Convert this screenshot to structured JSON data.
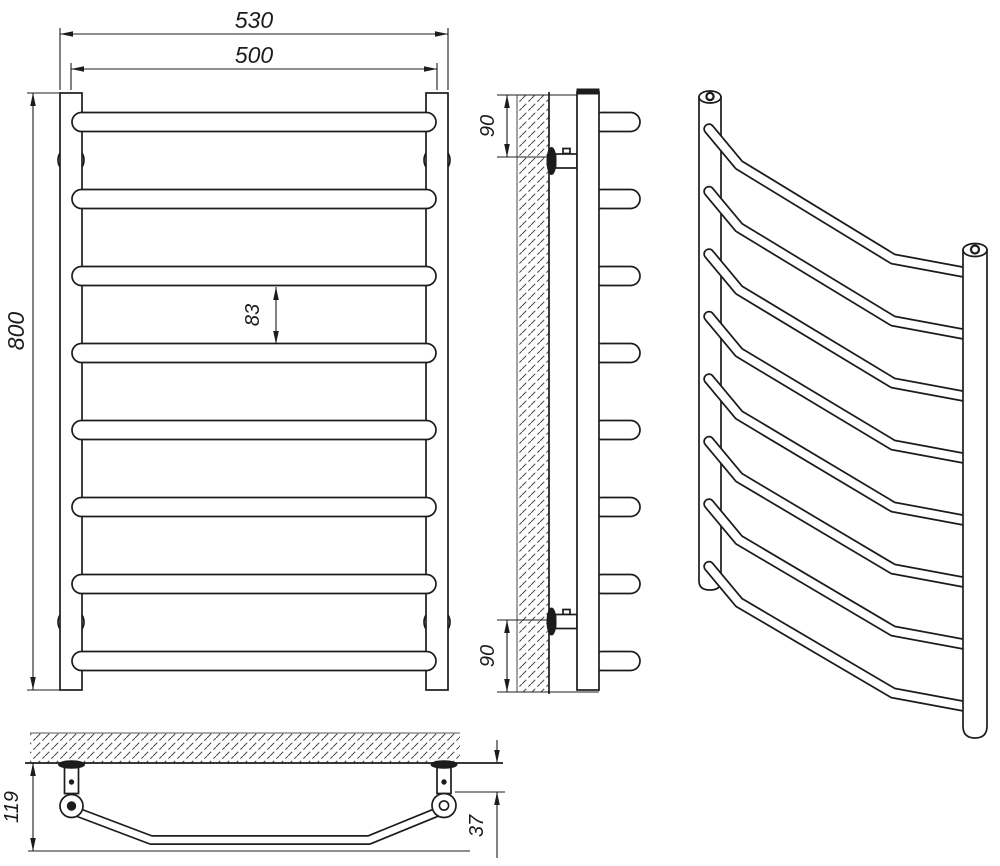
{
  "dimensions": {
    "overall_width": "530",
    "axis_width": "500",
    "height": "800",
    "rung_gap": "83",
    "top_bracket_offset": "90",
    "bottom_bracket_offset": "90",
    "wall_depth": "119",
    "bend_depth": "37"
  },
  "colors": {
    "line": "#1c1c1c",
    "background": "#ffffff",
    "bracket_fill": "#1c1c1c"
  }
}
